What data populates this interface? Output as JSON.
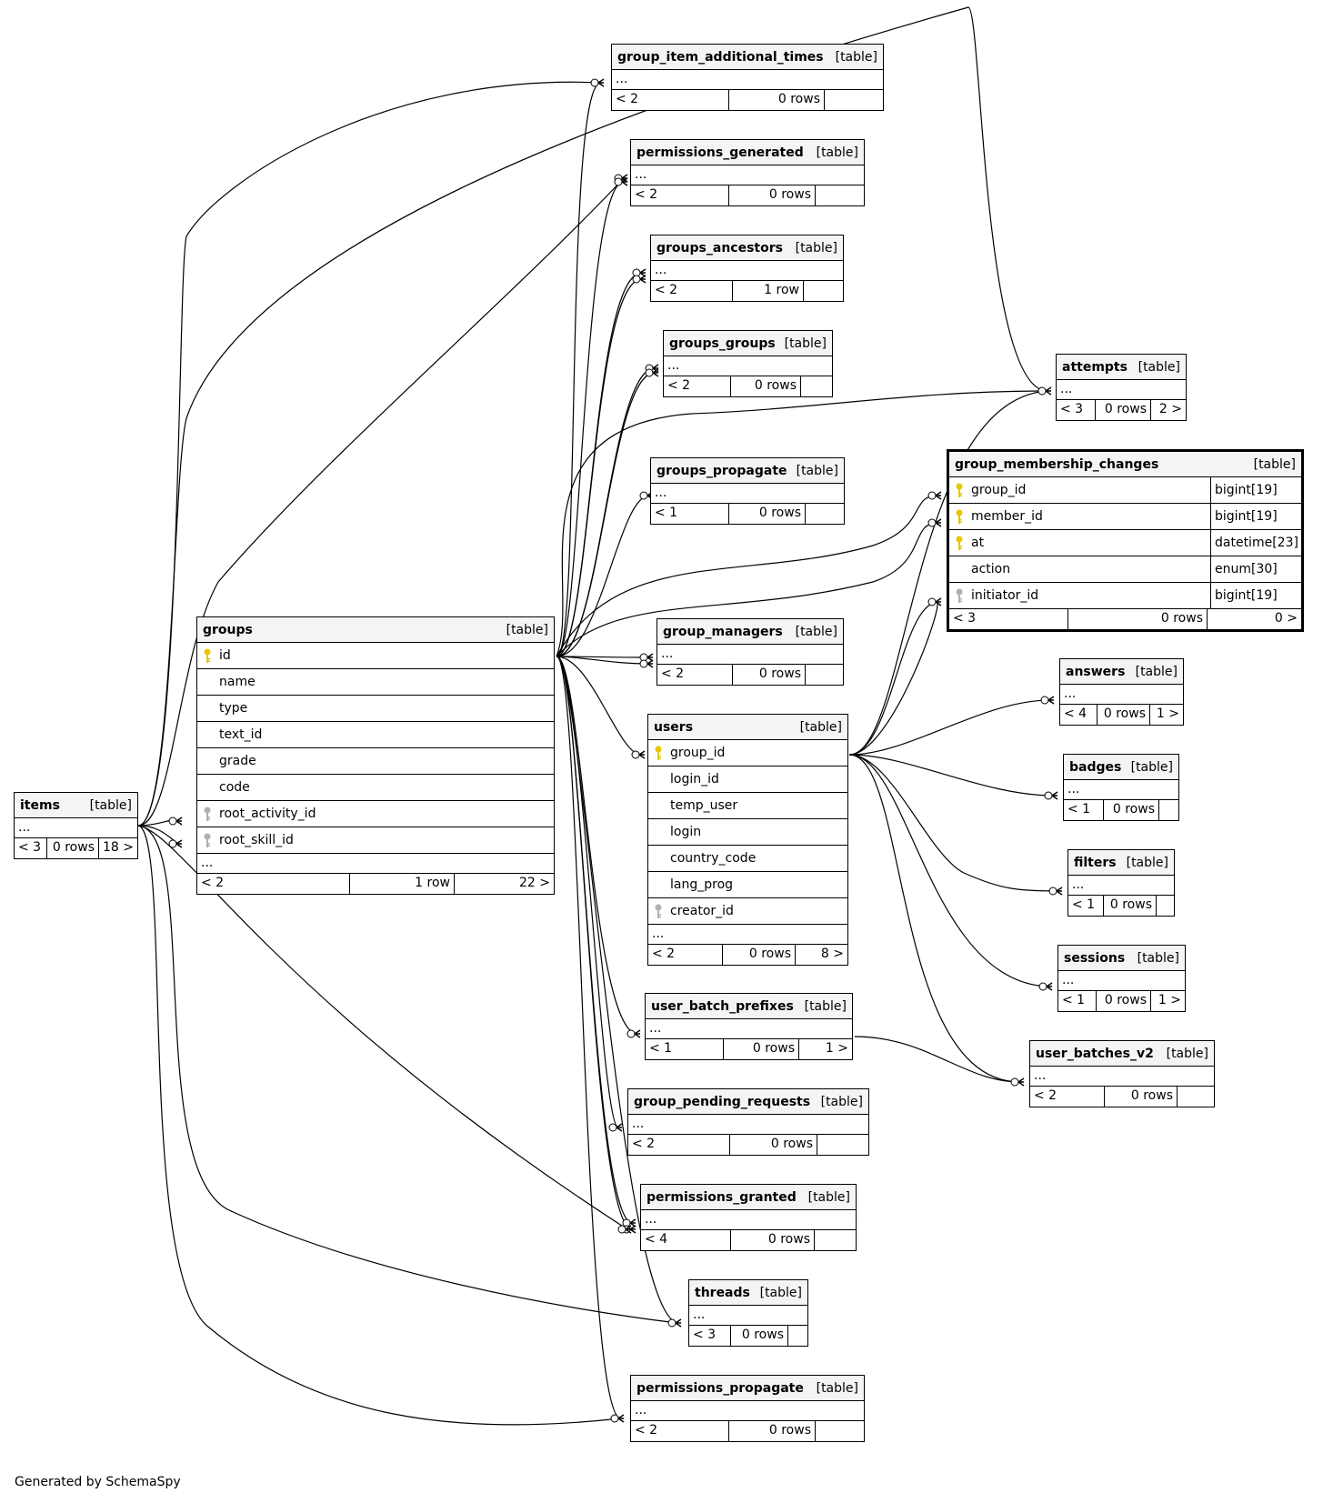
{
  "footer": {
    "generated": "Generated by SchemaSpy"
  },
  "colors": {
    "primary_key": "#e6c700",
    "foreign_key": "#b0b0b0",
    "header_bg": "#f4f4f4"
  },
  "tables": {
    "group_item_additional_times": {
      "name": "group_item_additional_times",
      "kind": "[table]",
      "ellipsis": "...",
      "foot": [
        "< 2",
        "0 rows",
        ""
      ]
    },
    "permissions_generated": {
      "name": "permissions_generated",
      "kind": "[table]",
      "ellipsis": "...",
      "foot": [
        "< 2",
        "0 rows",
        ""
      ]
    },
    "groups_ancestors": {
      "name": "groups_ancestors",
      "kind": "[table]",
      "ellipsis": "...",
      "foot": [
        "< 2",
        "1 row",
        ""
      ]
    },
    "groups_groups": {
      "name": "groups_groups",
      "kind": "[table]",
      "ellipsis": "...",
      "foot": [
        "< 2",
        "0 rows",
        ""
      ]
    },
    "groups_propagate": {
      "name": "groups_propagate",
      "kind": "[table]",
      "ellipsis": "...",
      "foot": [
        "< 1",
        "0 rows",
        ""
      ]
    },
    "group_managers": {
      "name": "group_managers",
      "kind": "[table]",
      "ellipsis": "...",
      "foot": [
        "< 2",
        "0 rows",
        ""
      ]
    },
    "attempts": {
      "name": "attempts",
      "kind": "[table]",
      "ellipsis": "...",
      "foot": [
        "< 3",
        "0 rows",
        "2 >"
      ]
    },
    "answers": {
      "name": "answers",
      "kind": "[table]",
      "ellipsis": "...",
      "foot": [
        "< 4",
        "0 rows",
        "1 >"
      ]
    },
    "badges": {
      "name": "badges",
      "kind": "[table]",
      "ellipsis": "...",
      "foot": [
        "< 1",
        "0 rows",
        ""
      ]
    },
    "filters": {
      "name": "filters",
      "kind": "[table]",
      "ellipsis": "...",
      "foot": [
        "< 1",
        "0 rows",
        ""
      ]
    },
    "sessions": {
      "name": "sessions",
      "kind": "[table]",
      "ellipsis": "...",
      "foot": [
        "< 1",
        "0 rows",
        "1 >"
      ]
    },
    "user_batches_v2": {
      "name": "user_batches_v2",
      "kind": "[table]",
      "ellipsis": "...",
      "foot": [
        "< 2",
        "0 rows",
        ""
      ]
    },
    "user_batch_prefixes": {
      "name": "user_batch_prefixes",
      "kind": "[table]",
      "ellipsis": "...",
      "foot": [
        "< 1",
        "0 rows",
        "1 >"
      ]
    },
    "group_pending_requests": {
      "name": "group_pending_requests",
      "kind": "[table]",
      "ellipsis": "...",
      "foot": [
        "< 2",
        "0 rows",
        ""
      ]
    },
    "permissions_granted": {
      "name": "permissions_granted",
      "kind": "[table]",
      "ellipsis": "...",
      "foot": [
        "< 4",
        "0 rows",
        ""
      ]
    },
    "threads": {
      "name": "threads",
      "kind": "[table]",
      "ellipsis": "...",
      "foot": [
        "< 3",
        "0 rows",
        ""
      ]
    },
    "permissions_propagate": {
      "name": "permissions_propagate",
      "kind": "[table]",
      "ellipsis": "...",
      "foot": [
        "< 2",
        "0 rows",
        ""
      ]
    },
    "items": {
      "name": "items",
      "kind": "[table]",
      "ellipsis": "...",
      "foot": [
        "< 3",
        "0 rows",
        "18 >"
      ]
    },
    "groups": {
      "name": "groups",
      "kind": "[table]",
      "columns": [
        {
          "name": "id",
          "key": "pk"
        },
        {
          "name": "name",
          "key": ""
        },
        {
          "name": "type",
          "key": ""
        },
        {
          "name": "text_id",
          "key": ""
        },
        {
          "name": "grade",
          "key": ""
        },
        {
          "name": "code",
          "key": ""
        },
        {
          "name": "root_activity_id",
          "key": "fk"
        },
        {
          "name": "root_skill_id",
          "key": "fk"
        }
      ],
      "ellipsis": "...",
      "foot": [
        "< 2",
        "1 row",
        "22 >"
      ]
    },
    "users": {
      "name": "users",
      "kind": "[table]",
      "columns": [
        {
          "name": "group_id",
          "key": "pk"
        },
        {
          "name": "login_id",
          "key": ""
        },
        {
          "name": "temp_user",
          "key": ""
        },
        {
          "name": "login",
          "key": ""
        },
        {
          "name": "country_code",
          "key": ""
        },
        {
          "name": "lang_prog",
          "key": ""
        },
        {
          "name": "creator_id",
          "key": "fk"
        }
      ],
      "ellipsis": "...",
      "foot": [
        "< 2",
        "0 rows",
        "8 >"
      ]
    },
    "group_membership_changes": {
      "name": "group_membership_changes",
      "kind": "[table]",
      "columns": [
        {
          "name": "group_id",
          "key": "pk",
          "type": "bigint[19]"
        },
        {
          "name": "member_id",
          "key": "pk",
          "type": "bigint[19]"
        },
        {
          "name": "at",
          "key": "pk",
          "type": "datetime[23]"
        },
        {
          "name": "action",
          "key": "",
          "type": "enum[30]"
        },
        {
          "name": "initiator_id",
          "key": "fk",
          "type": "bigint[19]"
        }
      ],
      "foot": [
        "< 3",
        "0 rows",
        "0 >"
      ]
    }
  }
}
